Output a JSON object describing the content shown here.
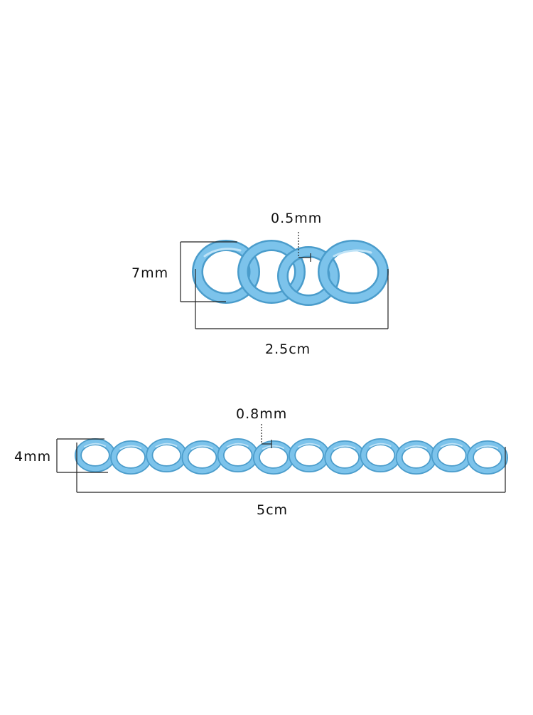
{
  "colors": {
    "link_fill": "#7cc3eb",
    "link_shade": "#4a9ccb",
    "link_highlight": "#bfe3f7",
    "dimension_line": "#222222",
    "background": "#ffffff"
  },
  "chain_short": {
    "link_count": 4,
    "labels": {
      "height": "7mm",
      "length": "2.5cm",
      "wire": "0.5mm"
    }
  },
  "chain_long": {
    "link_count": 12,
    "labels": {
      "height": "4mm",
      "length": "5cm",
      "wire": "0.8mm"
    }
  }
}
